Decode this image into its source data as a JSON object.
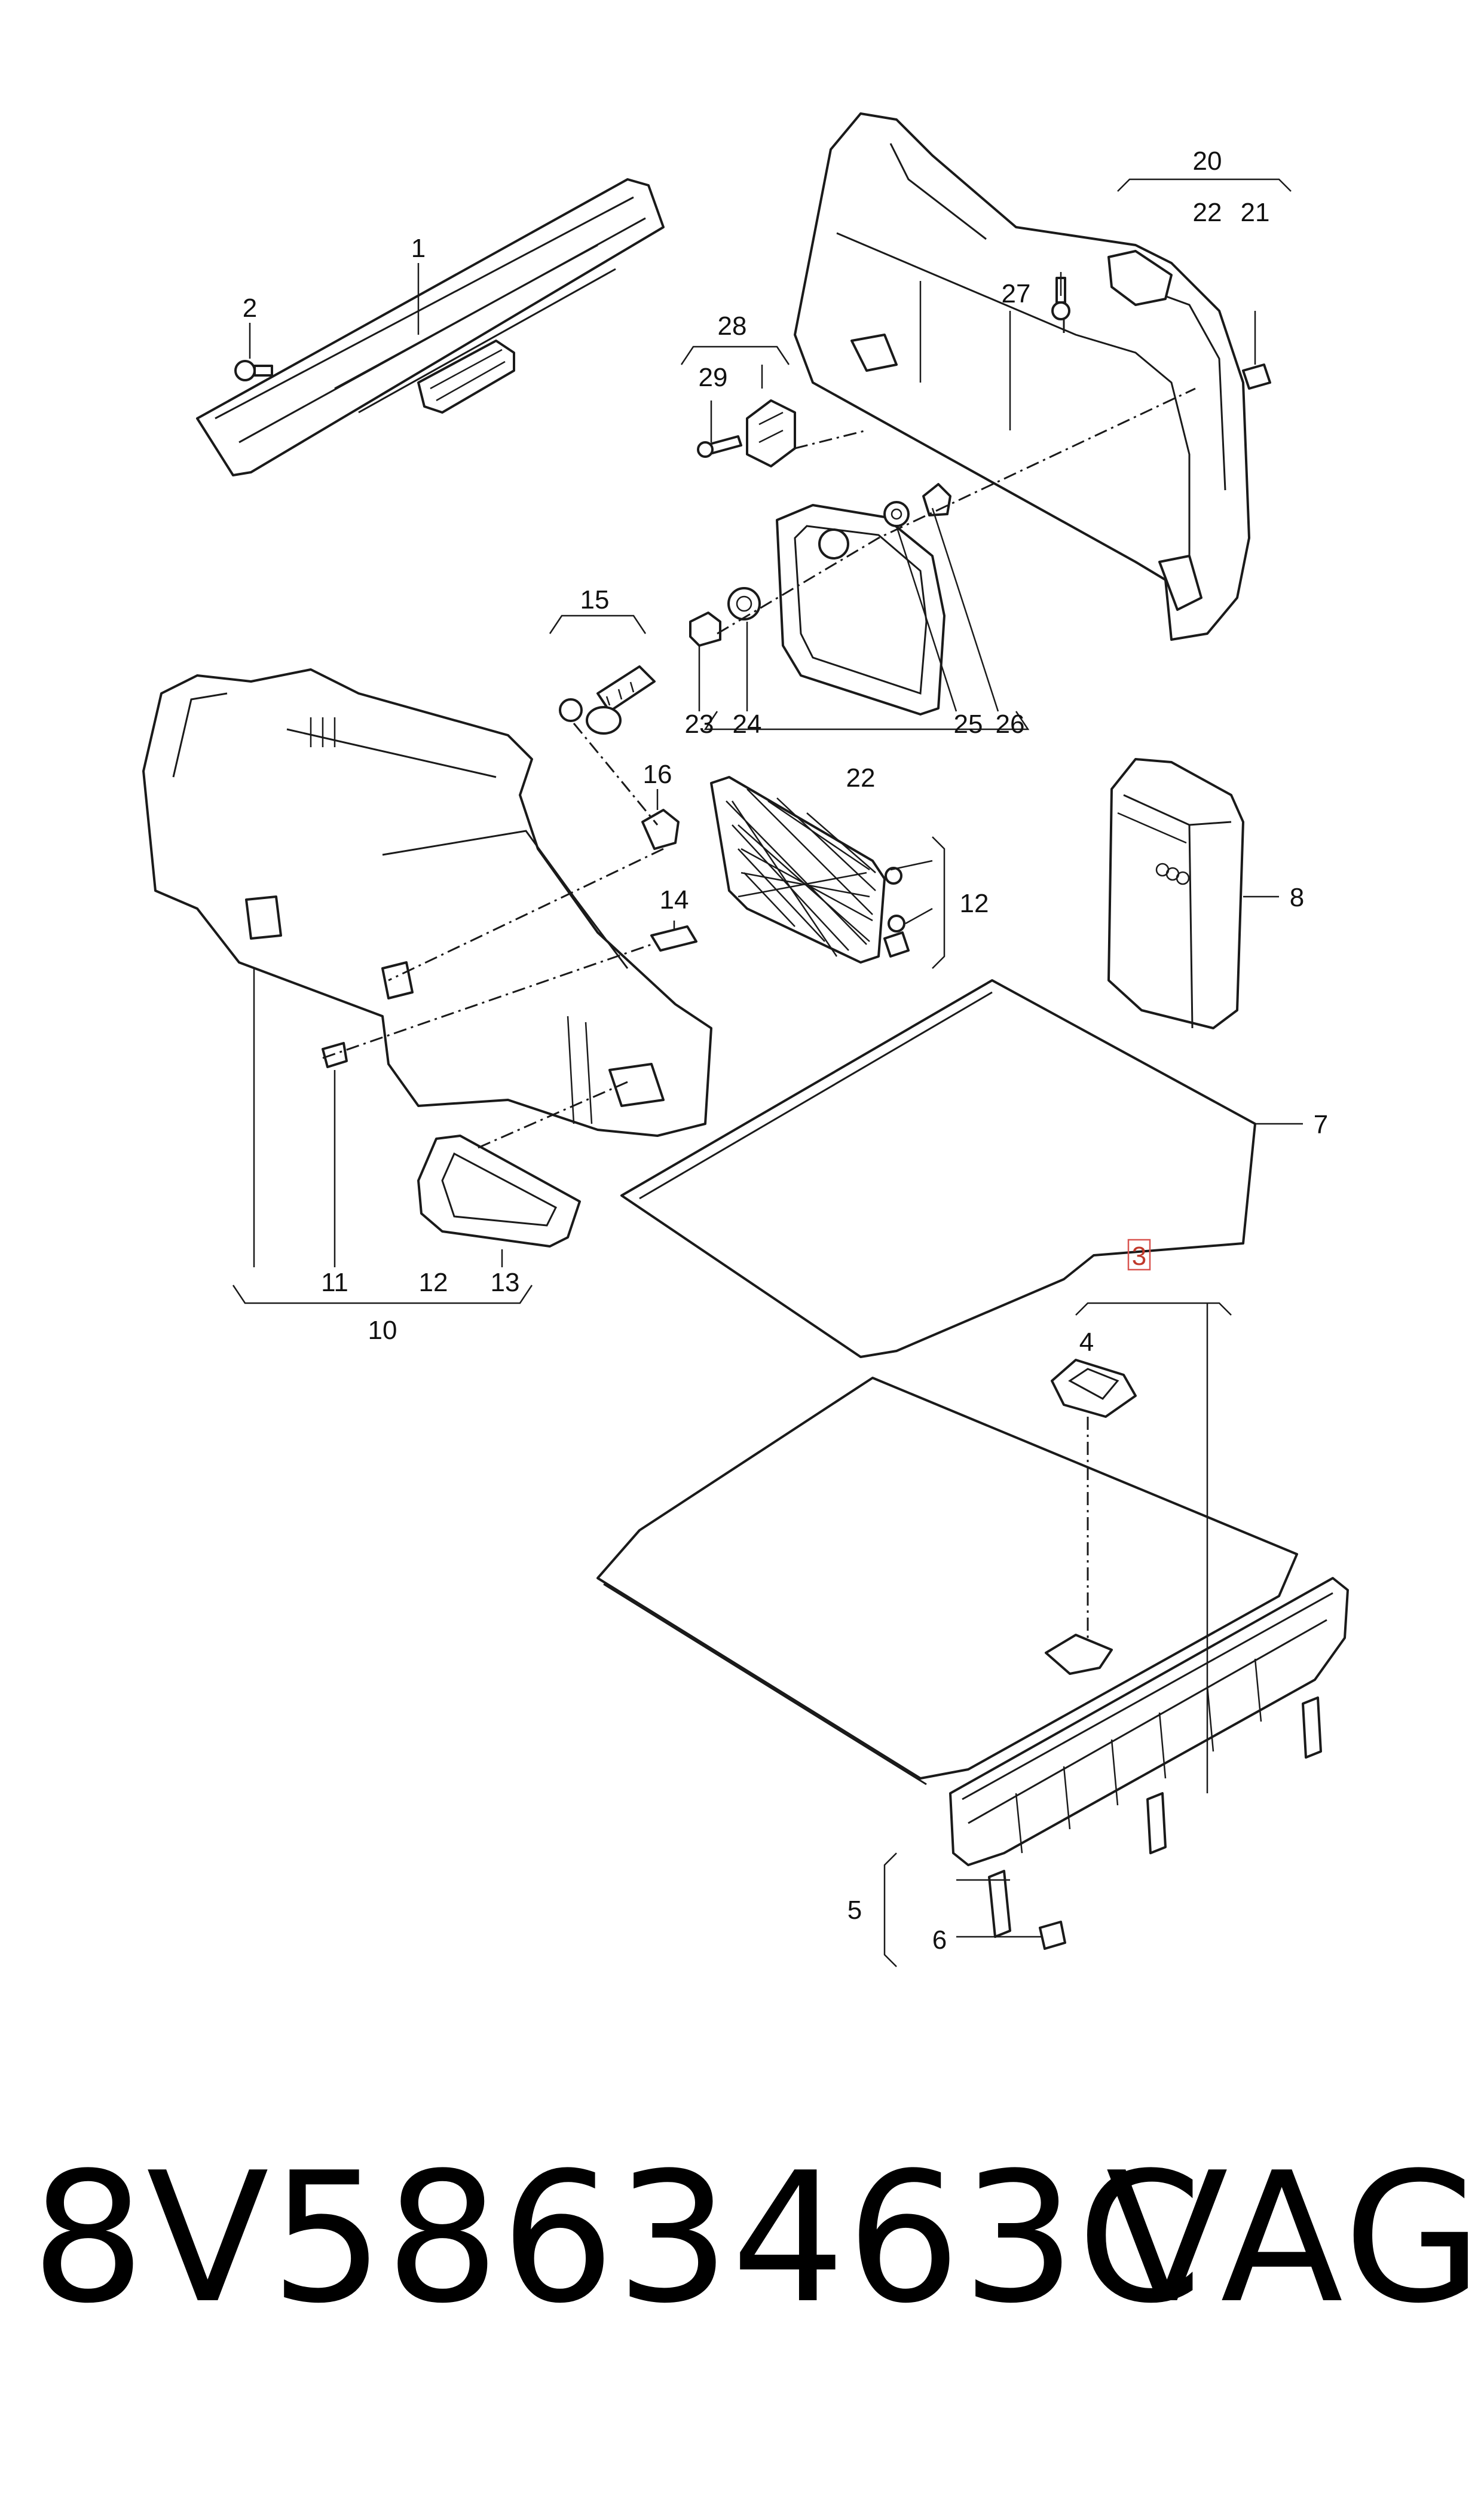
{
  "diagram": {
    "callouts": [
      "1",
      "2",
      "3",
      "4",
      "5",
      "6",
      "7",
      "8",
      "10",
      "11",
      "12",
      "12",
      "13",
      "14",
      "15",
      "16",
      "20",
      "21",
      "22",
      "22",
      "23",
      "24",
      "25",
      "26",
      "27",
      "28",
      "29"
    ],
    "highlighted_callout": "3",
    "highlight_color": "#d9534f"
  },
  "footer": {
    "part_number": "8V5863463C",
    "brand": "VAG"
  }
}
